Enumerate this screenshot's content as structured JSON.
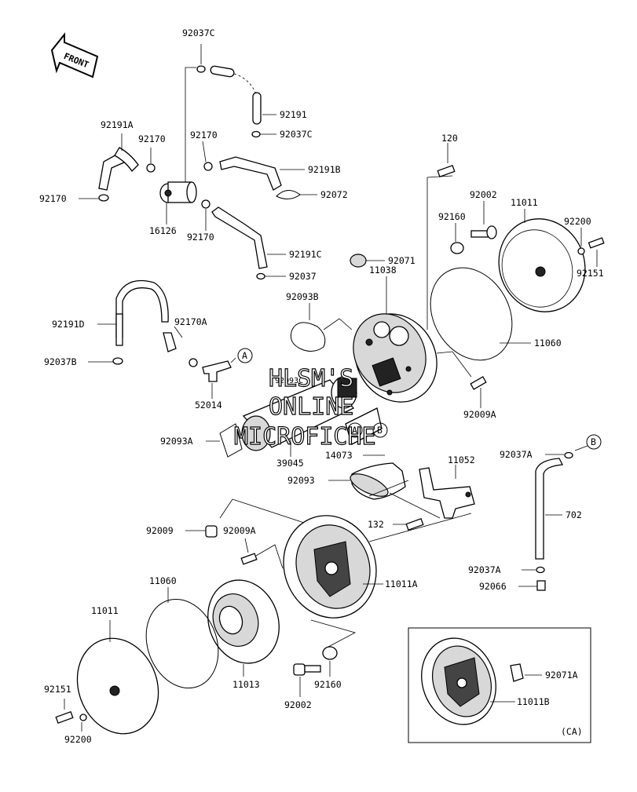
{
  "labels": {
    "front": "FRONT",
    "p92037C_top": "92037C",
    "p92191": "92191",
    "p92037C_mid": "92037C",
    "p92191A": "92191A",
    "p92170_a": "92170",
    "p92170_b": "92170",
    "p92191B": "92191B",
    "p92170_left": "92170",
    "p92072": "92072",
    "p16126": "16126",
    "p92170_c": "92170",
    "p92191C": "92191C",
    "p92037": "92037",
    "p120": "120",
    "p92002_top": "92002",
    "p11011_top": "11011",
    "p92160_top": "92160",
    "p92200_top": "92200",
    "p92151_top": "92151",
    "p92071": "92071",
    "p11038": "11038",
    "p92093B": "92093B",
    "p92191D": "92191D",
    "p92170A": "92170A",
    "p92037B": "92037B",
    "p11060_top": "11060",
    "circA_1": "A",
    "p52014": "52014",
    "p92009A_right": "92009A",
    "p92093A": "92093A",
    "p39045": "39045",
    "p14073": "14073",
    "circA_2": "A",
    "circB_1": "B",
    "p92037A_top": "92037A",
    "circB_2": "B",
    "p11052": "11052",
    "p92093": "92093",
    "p702": "702",
    "p132": "132",
    "p92009": "92009",
    "p92009A_left": "92009A",
    "p11011A": "11011A",
    "p92037A_bot": "92037A",
    "p92066": "92066",
    "p11060_bot": "11060",
    "p11011_bot": "11011",
    "p11013": "11013",
    "p92160_bot": "92160",
    "p92002_bot": "92002",
    "p92151_bot": "92151",
    "p92200_bot": "92200",
    "p92071A": "92071A",
    "p11011B": "11011B",
    "ca": "(CA)",
    "p92093_hidden": "92093C"
  },
  "watermark": {
    "line1": "HLSM'S",
    "line2": "ONLINE",
    "line3": "MICROFICHE"
  }
}
